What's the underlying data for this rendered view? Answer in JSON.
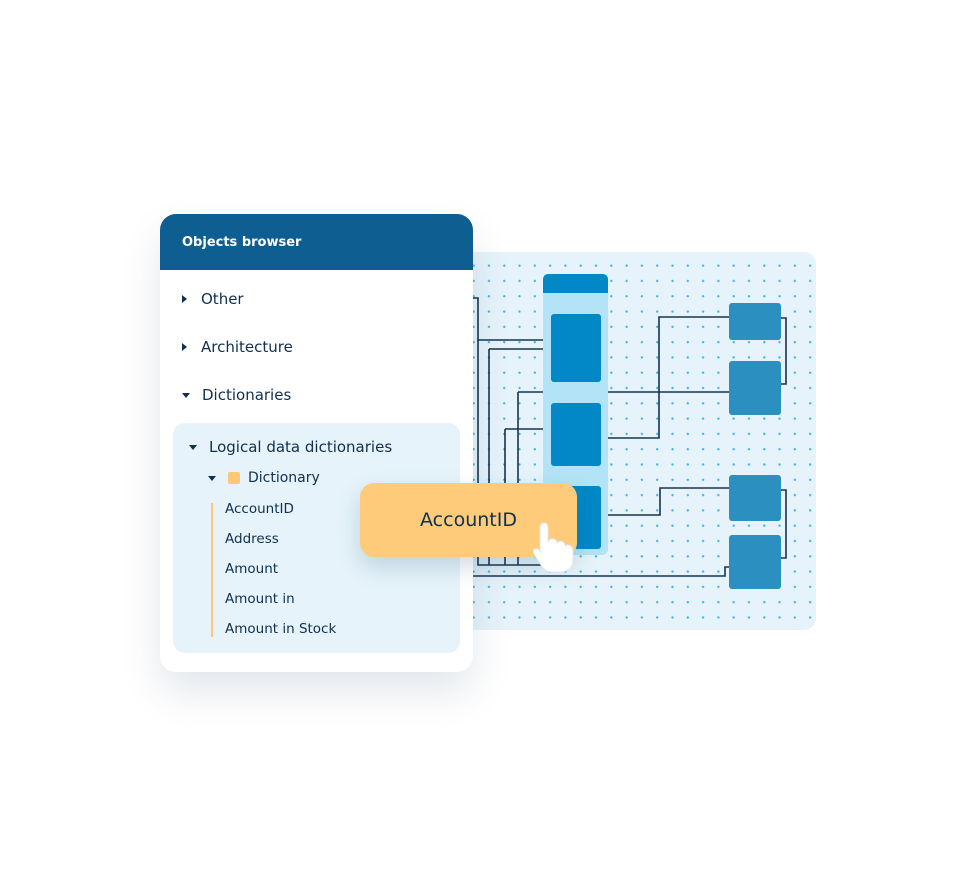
{
  "panel": {
    "title": "Objects browser",
    "items": [
      {
        "label": "Other",
        "expanded": false
      },
      {
        "label": "Architecture",
        "expanded": false
      },
      {
        "label": "Dictionaries",
        "expanded": true
      }
    ],
    "group": {
      "label": "Logical data dictionaries",
      "dictionary": "Dictionary",
      "fields": [
        "AccountID",
        "Address",
        "Amount",
        "Amount in",
        "Amount in Stock"
      ]
    }
  },
  "callout": {
    "label": "AccountID"
  },
  "colors": {
    "header": "#0f5e91",
    "canvas": "#e6f3fa",
    "entity": "#0288c7",
    "node": "#2b8fc0",
    "accent": "#fecb7a"
  }
}
